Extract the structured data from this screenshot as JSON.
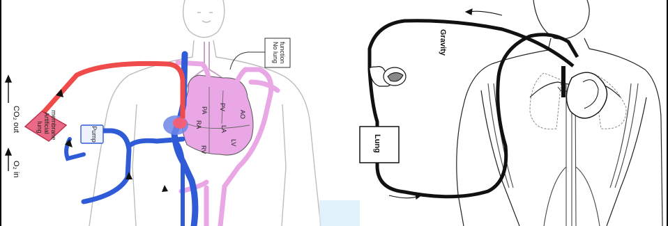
{
  "left_panel": {
    "co2_label": "CO₂ out",
    "o2_label": "O₂ in",
    "membrane_label_1": "Artificial",
    "membrane_label_2": "membrane",
    "membrane_label_3": "lung",
    "pump_label": "Pump",
    "no_lung_label_1": "No lung",
    "no_lung_label_2": "function",
    "heart_labels": {
      "pa": "PA",
      "pv": "PV",
      "ao": "AO",
      "ra": "RA",
      "la": "LA",
      "rv": "RV",
      "lv": "LV"
    },
    "colors": {
      "oxygenated": "#ef4b4b",
      "deoxygenated": "#2f5bd6",
      "heart": "#e9a7e6",
      "outline": "#b9b9b9"
    }
  },
  "right_panel": {
    "gravity_label": "Gravity",
    "lung_label": "Lung"
  }
}
